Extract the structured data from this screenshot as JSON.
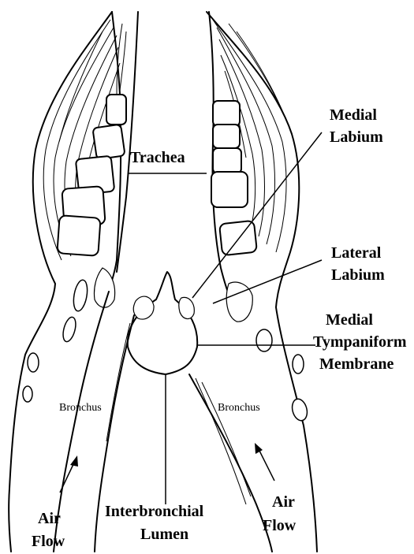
{
  "labels": {
    "medial_labium": [
      "Medial",
      "Labium"
    ],
    "trachea": "Trachea",
    "lateral_labium": [
      "Lateral",
      "Labium"
    ],
    "medial_tympaniform_membrane": [
      "Medial",
      "Tympaniform",
      "Membrane"
    ],
    "bronchus_left": "Bronchus",
    "bronchus_right": "Bronchus",
    "air_flow_left": [
      "Air",
      "Flow"
    ],
    "air_flow_right": [
      "Air",
      "Flow"
    ],
    "interbronchial_lumen": [
      "Interbronchial",
      "Lumen"
    ]
  }
}
